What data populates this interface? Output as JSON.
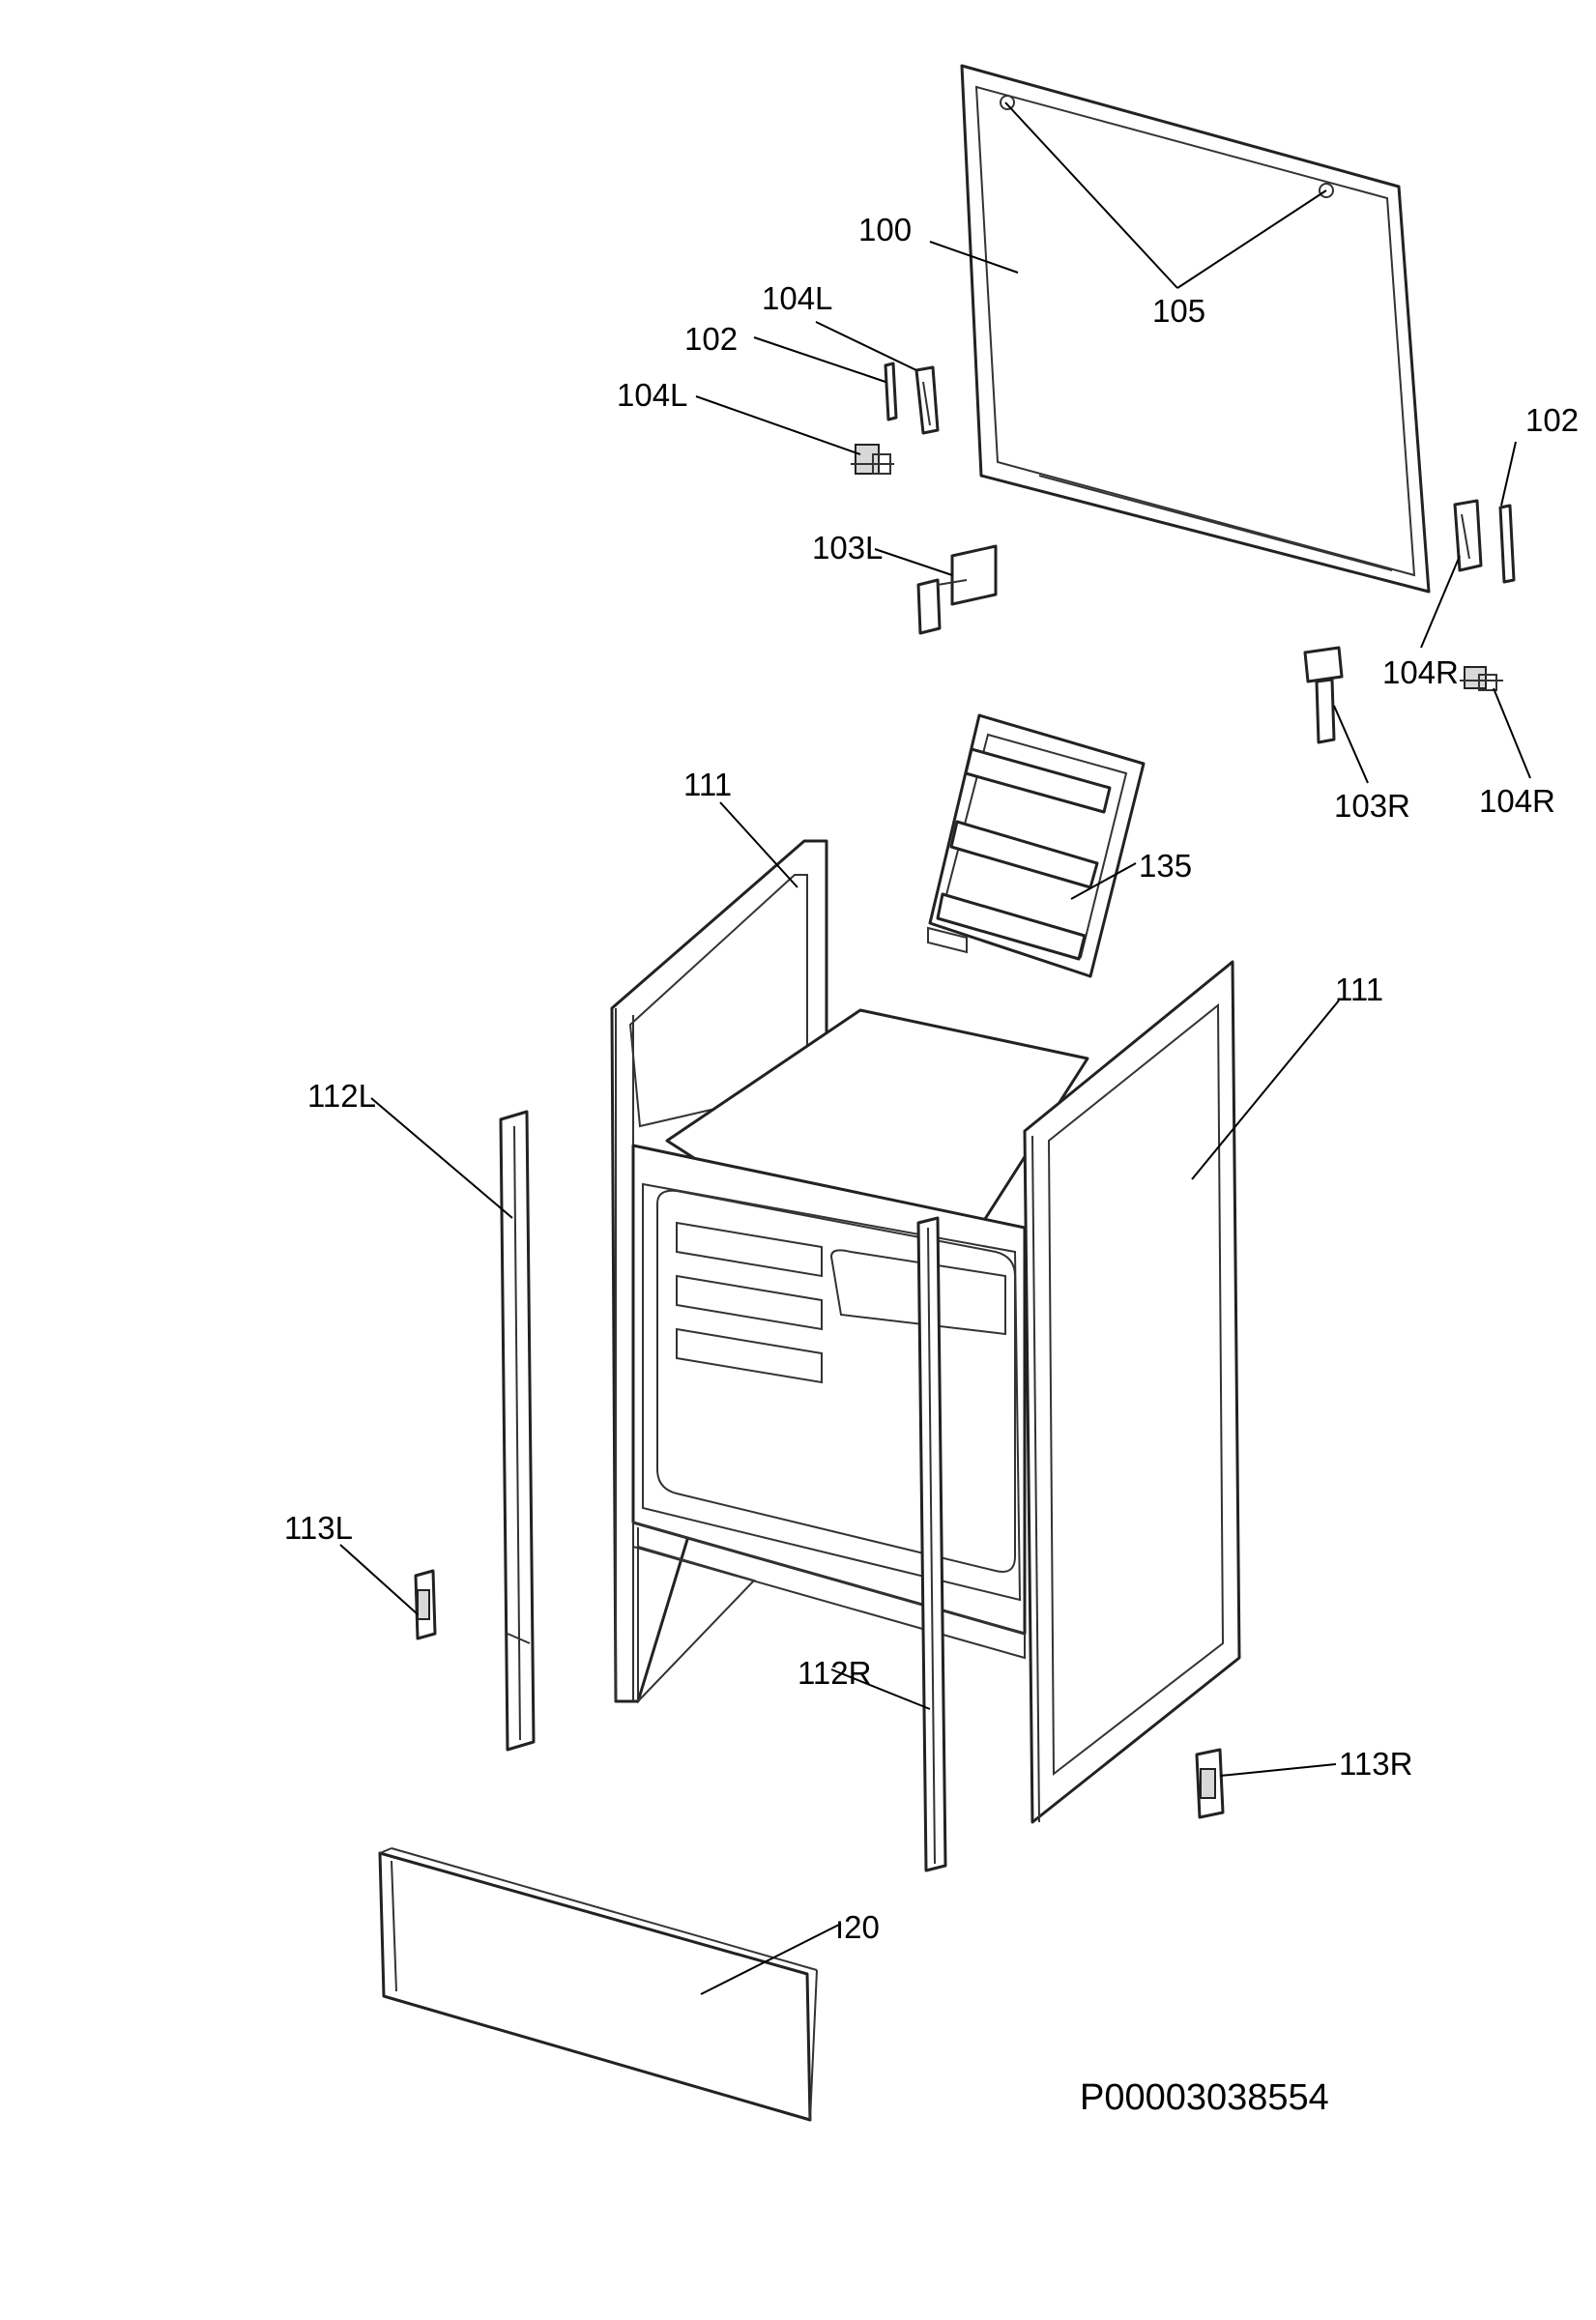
{
  "labels": {
    "p100": "100",
    "p105": "105",
    "p104l_top": "104L",
    "p102_left": "102",
    "p104l_mid": "104L",
    "p103l": "103L",
    "p102_right": "102",
    "p104r_mid": "104R",
    "p103r": "103R",
    "p104r_bottom": "104R",
    "p111_left": "111",
    "p135": "135",
    "p111_right": "111",
    "p112l": "112L",
    "p113l": "113L",
    "p112r": "112R",
    "p113r": "113R",
    "p120": "ı20"
  },
  "document_id": "P00003038554"
}
